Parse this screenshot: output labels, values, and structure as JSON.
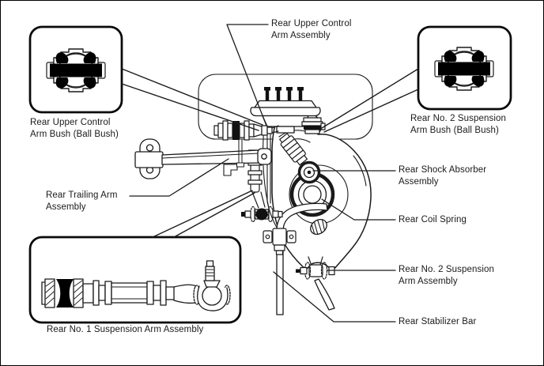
{
  "figure": {
    "type": "parts-identification-diagram",
    "subject": "Rear suspension components",
    "callouts": {
      "upper_arm_assembly": "Rear Upper Control\nArm Assembly",
      "upper_arm_bush": "Rear Upper Control\nArm Bush (Ball Bush)",
      "no2_arm_bush": "Rear No. 2 Suspension\nArm Bush (Ball Bush)",
      "trailing_arm": "Rear Trailing Arm\nAssembly",
      "shock_absorber": "Rear Shock Absorber\nAssembly",
      "coil_spring": "Rear Coil Spring",
      "no2_arm_assembly": "Rear No. 2 Suspension\nArm Assembly",
      "stabilizer_bar": "Rear Stabilizer Bar",
      "no1_arm_assembly": "Rear No. 1 Suspension Arm Assembly"
    },
    "colors": {
      "line": "#1a1a1a",
      "black_fill": "#000000",
      "background": "#ffffff"
    }
  }
}
